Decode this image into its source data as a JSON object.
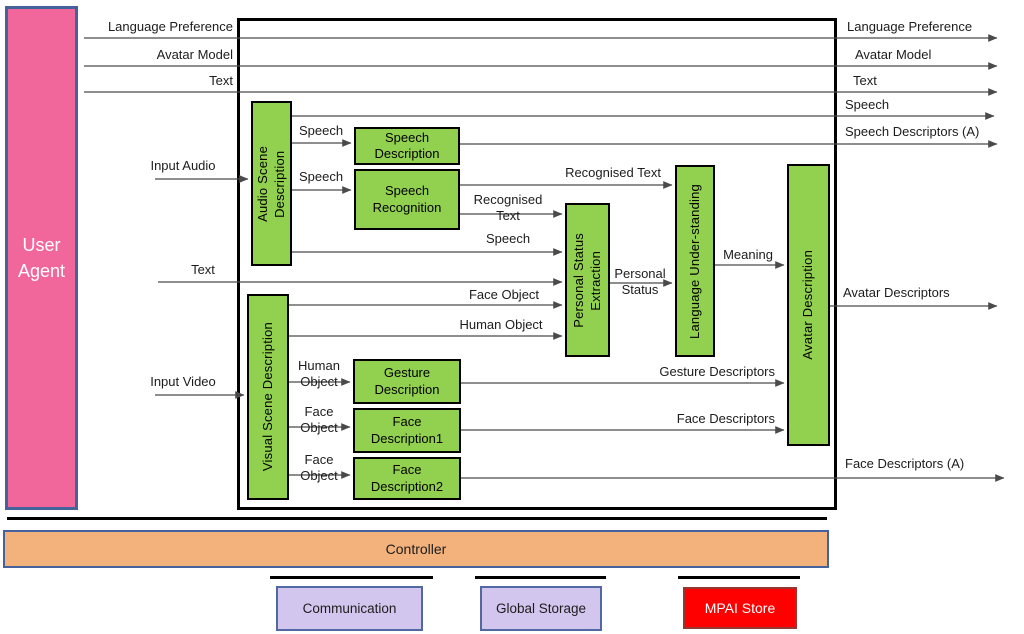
{
  "user_agent": {
    "label": "User\nAgent"
  },
  "modules": {
    "audio_scene_description": "Audio Scene\nDescription",
    "visual_scene_description": "Visual Scene Description",
    "speech_description": "Speech\nDescription",
    "speech_recognition": "Speech\nRecognition",
    "gesture_description": "Gesture\nDescription",
    "face_description1": "Face\nDescription1",
    "face_description2": "Face\nDescription2",
    "personal_status_extraction": "Personal Status\nExtraction",
    "language_understanding": "Language Under-standing",
    "avatar_description": "Avatar Description"
  },
  "io": {
    "language_preference": "Language Preference",
    "avatar_model": "Avatar Model",
    "text": "Text",
    "speech": "Speech",
    "speech_descriptors_a": "Speech Descriptors (A)",
    "input_audio": "Input Audio",
    "input_video": "Input Video",
    "avatar_descriptors": "Avatar Descriptors",
    "face_descriptors_a": "Face Descriptors (A)"
  },
  "edges": {
    "speech": "Speech",
    "recognised_text": "Recognised Text",
    "recognised_text_wrapped": "Recognised\nText",
    "personal_status": "Personal\nStatus",
    "meaning": "Meaning",
    "face_object": "Face Object",
    "human_object": "Human Object",
    "human_object_wrapped": "Human\nObject",
    "face_object_wrapped": "Face\nObject",
    "gesture_descriptors": "Gesture Descriptors",
    "face_descriptors": "Face Descriptors"
  },
  "infrastructure": {
    "controller": "Controller",
    "communication": "Communication",
    "global_storage": "Global Storage",
    "mpai_store": "MPAI Store"
  },
  "colors": {
    "module_green": "#92D050",
    "user_agent_pink": "#F2679B",
    "controller_orange": "#F3B27C",
    "storage_lavender": "#D3C6EE",
    "mpai_red": "#FF0000",
    "line_gray": "#4a4a4a",
    "border_blue": "#44639E"
  }
}
